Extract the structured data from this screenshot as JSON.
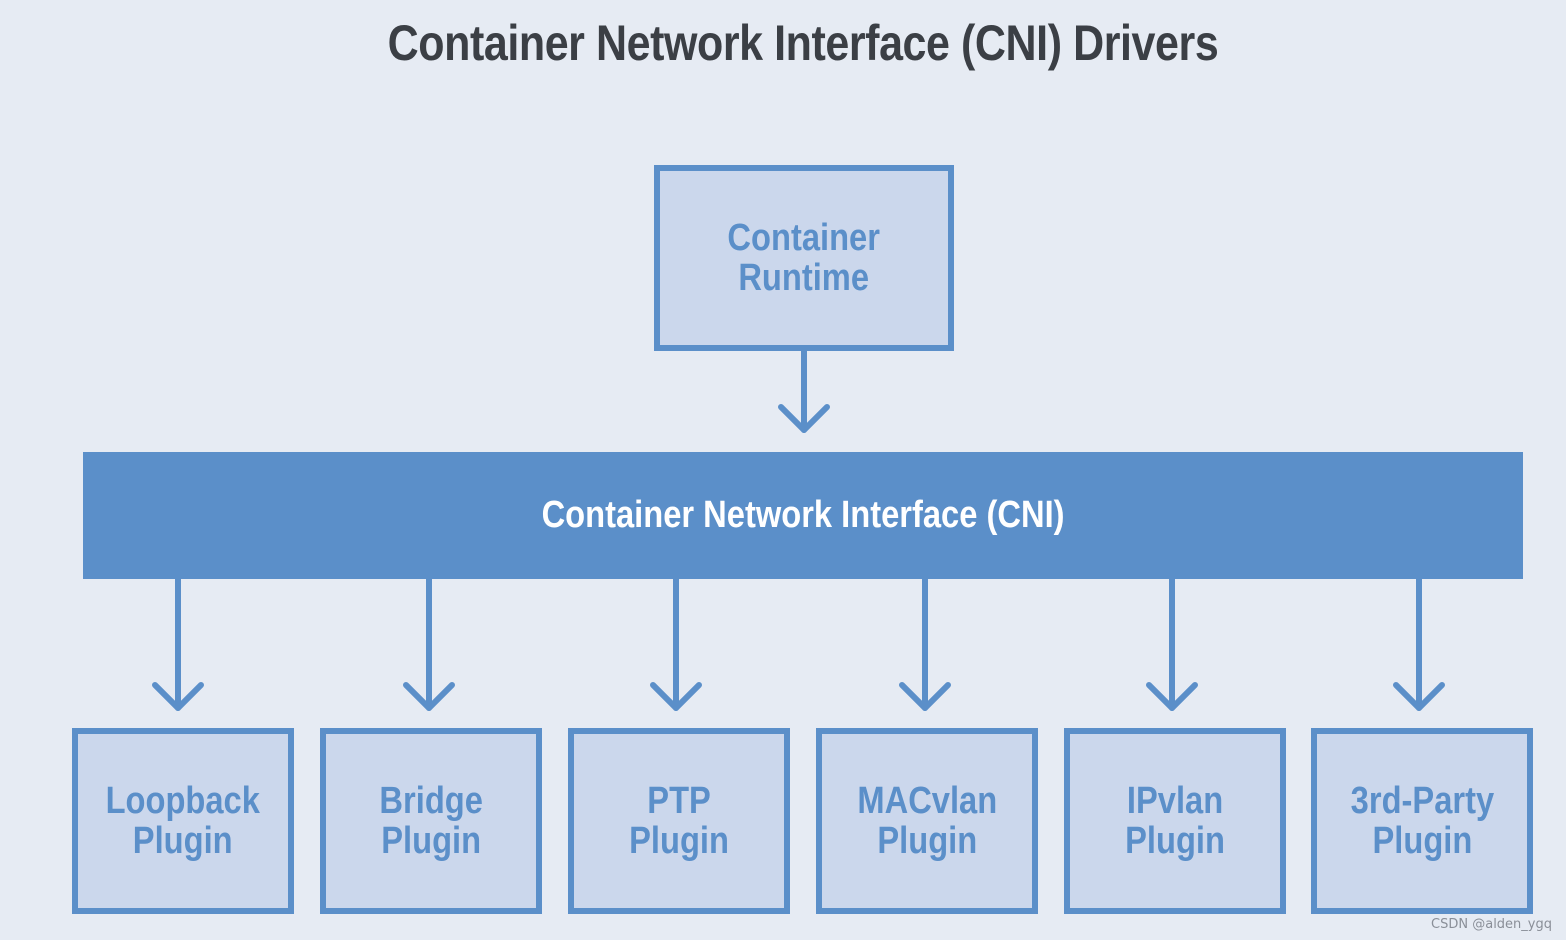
{
  "title": "Container Network Interface (CNI) Drivers",
  "runtime": {
    "line1": "Container",
    "line2": "Runtime"
  },
  "cni_bar": {
    "label": "Container Network Interface (CNI)"
  },
  "plugins": [
    {
      "line1": "Loopback",
      "line2": "Plugin"
    },
    {
      "line1": "Bridge",
      "line2": "Plugin"
    },
    {
      "line1": "PTP",
      "line2": "Plugin"
    },
    {
      "line1": "MACvlan",
      "line2": "Plugin"
    },
    {
      "line1": "IPvlan",
      "line2": "Plugin"
    },
    {
      "line1": "3rd-Party",
      "line2": "Plugin"
    }
  ],
  "watermark": "CSDN @alden_ygq",
  "colors": {
    "background": "#e6ebf3",
    "accent": "#5b8fc9",
    "box_fill": "#cbd7ec",
    "title_text": "#3b3f45"
  }
}
